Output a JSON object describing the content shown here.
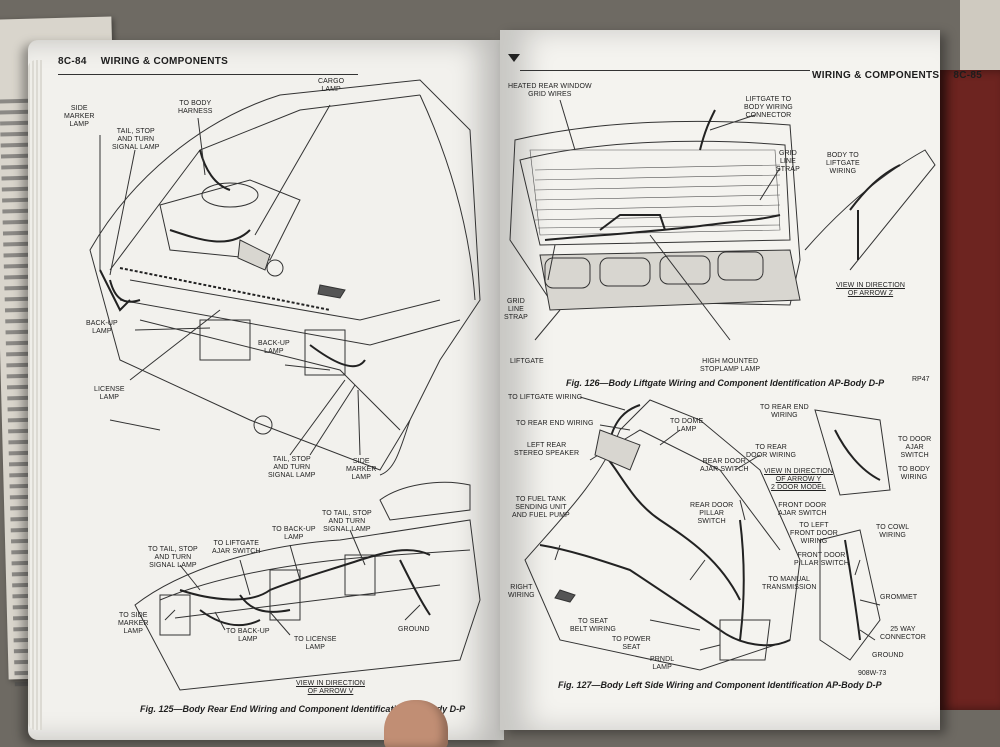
{
  "left_page": {
    "page_number": "8C-84",
    "section_title": "WIRING & COMPONENTS",
    "caption": "Fig. 125—Body Rear End Wiring and Component Identification AP-Body D-P",
    "labels": {
      "side_marker_lamp": "SIDE\nMARKER\nLAMP",
      "tail_stop_turn_top": "TAIL, STOP\nAND TURN\nSIGNAL LAMP",
      "to_body_harness": "TO BODY\nHARNESS",
      "cargo_lamp": "CARGO\nLAMP",
      "back_up_lamp_left": "BACK-UP\nLAMP",
      "license_lamp": "LICENSE\nLAMP",
      "back_up_lamp_center": "BACK-UP\nLAMP",
      "tail_stop_turn_bottom": "TAIL, STOP\nAND TURN\nSIGNAL LAMP",
      "side_marker_lamp_right": "SIDE\nMARKER\nLAMP",
      "inset_tail_stop_turn_left": "TO TAIL, STOP\nAND TURN\nSIGNAL LAMP",
      "inset_liftgate_ajar": "TO LIFTGATE\nAJAR SWITCH",
      "inset_back_up_top": "TO BACK-UP\nLAMP",
      "inset_tail_stop_turn_right": "TO TAIL, STOP\nAND TURN\nSIGNAL LAMP",
      "inset_side_marker": "TO SIDE\nMARKER\nLAMP",
      "inset_back_up_bottom": "TO BACK-UP\nLAMP",
      "inset_license_lamp": "TO LICENSE\nLAMP",
      "inset_ground": "GROUND",
      "view_arrow_v": "VIEW IN DIRECTION\nOF ARROW V"
    }
  },
  "right_page": {
    "page_number": "8C-85",
    "section_title": "WIRING & COMPONENTS",
    "caption_126": "Fig. 126—Body Liftgate Wiring and Component Identification AP-Body D-P",
    "caption_127": "Fig. 127—Body Left Side Wiring and Component Identification AP-Body D-P",
    "code_126": "RP47",
    "code_127": "908W-73",
    "labels_126": {
      "heated_rear_window": "HEATED REAR WINDOW\nGRID WIRES",
      "liftgate_to_body": "LIFTGATE TO\nBODY WIRING\nCONNECTOR",
      "grid_line_strap_right": "GRID\nLINE\nSTRAP",
      "body_to_liftgate": "BODY TO\nLIFTGATE\nWIRING",
      "view_arrow_z": "VIEW IN DIRECTION\nOF ARROW Z",
      "grid_line_strap_left": "GRID\nLINE\nSTRAP",
      "liftgate": "LIFTGATE",
      "high_mounted_stoplamp": "HIGH MOUNTED\nSTOPLAMP LAMP"
    },
    "labels_127": {
      "to_liftgate_wiring": "TO LIFTGATE WIRING",
      "to_rear_end_wiring_left": "TO REAR END WIRING",
      "to_dome_lamp": "TO DOME\nLAMP",
      "left_rear_stereo": "LEFT REAR\nSTEREO SPEAKER",
      "to_rear_end_wiring_right": "TO REAR END\nWIRING",
      "to_door_ajar": "TO DOOR\nAJAR\nSWITCH",
      "to_rear_door_wiring": "TO REAR\nDOOR WIRING",
      "rear_door_ajar": "REAR DOOR\nAJAR SWITCH",
      "view_arrow_y": "VIEW IN DIRECTION\nOF ARROW Y\n2 DOOR MODEL",
      "to_body_wiring": "TO BODY\nWIRING",
      "to_fuel_tank": "TO FUEL TANK\nSENDING UNIT\nAND FUEL PUMP",
      "rear_door_pillar": "REAR DOOR\nPILLAR\nSWITCH",
      "front_door_ajar": "FRONT DOOR\nAJAR SWITCH",
      "to_left_front_door": "TO LEFT\nFRONT DOOR\nWIRING",
      "to_cowl_wiring": "TO COWL\nWIRING",
      "front_door_pillar": "FRONT DOOR\nPILLAR SWITCH",
      "right_wiring": "RIGHT\nWIRING",
      "to_manual_transmission": "TO MANUAL\nTRANSMISSION",
      "grommet": "GROMMET",
      "to_seat_belt": "TO SEAT\nBELT WIRING",
      "to_power_seat": "TO POWER\nSEAT",
      "way25": "25 WAY\nCONNECTOR",
      "prndl_lamp": "PRNDL\nLAMP",
      "ground": "GROUND"
    }
  }
}
